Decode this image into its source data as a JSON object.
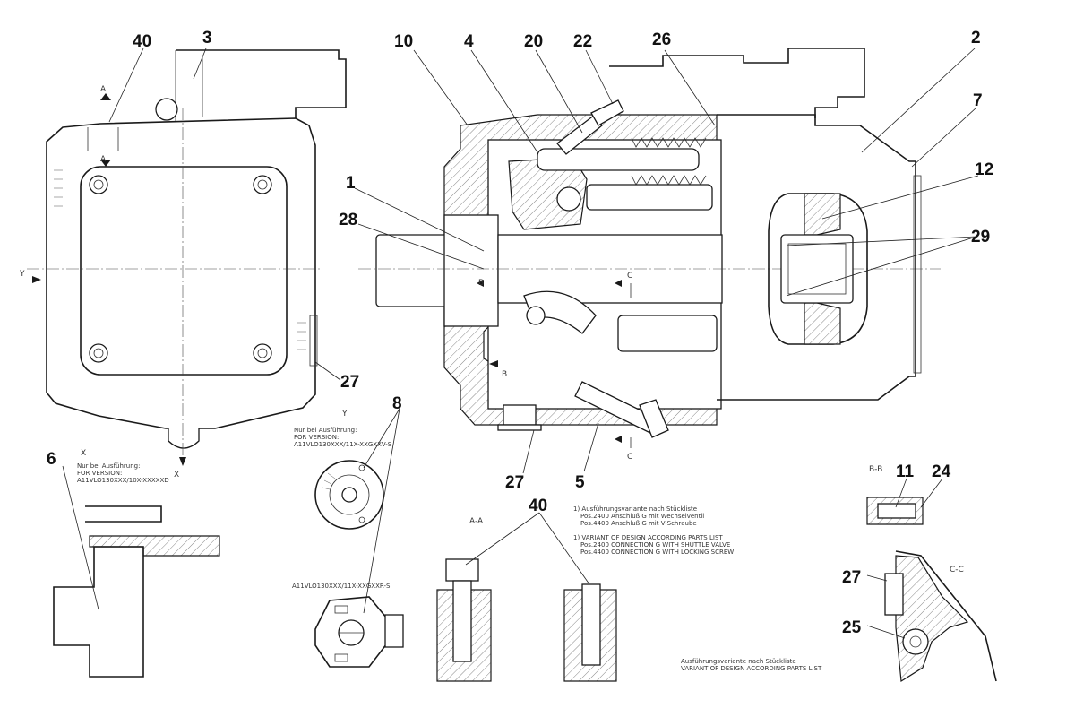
{
  "callouts": {
    "c40_top": "40",
    "c3": "3",
    "c10": "10",
    "c4": "4",
    "c20": "20",
    "c22": "22",
    "c26": "26",
    "c2": "2",
    "c7": "7",
    "c12": "12",
    "c1": "1",
    "c28": "28",
    "c29": "29",
    "c27_left": "27",
    "c8": "8",
    "c6": "6",
    "c27_mid": "27",
    "c5": "5",
    "c40_mid": "40",
    "c11": "11",
    "c24": "24",
    "c27_right": "27",
    "c25": "25"
  },
  "section_labels": {
    "a_top": "A",
    "a_bottom": "A",
    "y_left": "Y",
    "x_bottom": "X",
    "b_upper": "B",
    "b_lower": "B",
    "c_upper": "C",
    "c_lower": "C",
    "view_y": "Y",
    "view_x": "X",
    "section_aa": "A-A",
    "section_bb": "B-B",
    "section_cc": "C-C"
  },
  "notes": {
    "y_view": [
      "Nur bei Ausführung:",
      "FOR VERSION:",
      "A11VLO130XXX/11X-XXGXXV-S"
    ],
    "x_view": [
      "Nur bei Ausführung:",
      "FOR VERSION:",
      "A11VLO130XXX/10X-XXXXXD"
    ],
    "r_view": "A11VLO130XXX/11X-XXGXXR-S",
    "variant": [
      "1) Ausführungsvariante nach Stückliste",
      "Pos.2400 Anschluß G mit Wechselventil",
      "Pos.4400 Anschluß G mit V-Schraube",
      "1) VARIANT OF DESIGN ACCORDING PARTS LIST",
      "Pos.2400 CONNECTION G WITH SHUTTLE VALVE",
      "Pos.4400 CONNECTION G WITH LOCKING SCREW"
    ],
    "variant_bottom": [
      "Ausführungsvariante nach Stückliste",
      "VARIANT OF DESIGN ACCORDING PARTS LIST"
    ]
  }
}
